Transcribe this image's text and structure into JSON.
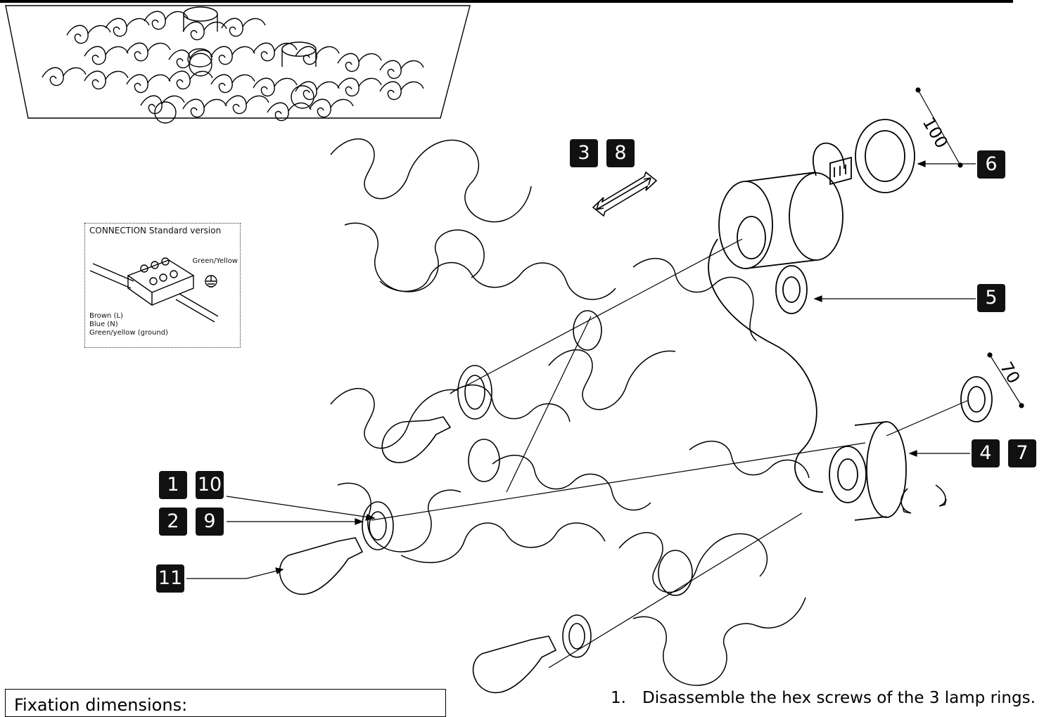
{
  "badges": {
    "b3": "3",
    "b8": "8",
    "b6": "6",
    "b5": "5",
    "b4": "4",
    "b7": "7",
    "b1": "1",
    "b10": "10",
    "b2": "2",
    "b9": "9",
    "b11": "11"
  },
  "dimensions": {
    "top": "100",
    "side": "70"
  },
  "connection": {
    "title": "CONNECTION Standard version",
    "green_yellow": "Green/Yellow",
    "wires": [
      "Brown (L)",
      "Blue  (N)",
      "Green/yellow (ground)"
    ]
  },
  "fixation": {
    "title": "Fixation dimensions:"
  },
  "instructions": [
    {
      "num": "1.",
      "text": "Disassemble the hex screws of the 3 lamp rings."
    }
  ]
}
